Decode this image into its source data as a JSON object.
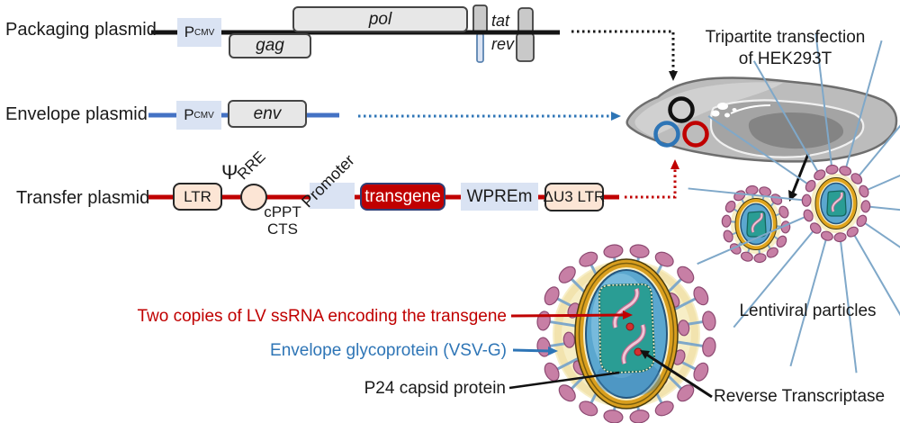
{
  "figure": {
    "packaging": {
      "label": "Packaging plasmid",
      "promoter_main": "P",
      "promoter_sub": "CMV",
      "gag": "gag",
      "pol": "pol",
      "tat": "tat",
      "rev": "rev"
    },
    "envelope": {
      "label": "Envelope plasmid",
      "promoter_main": "P",
      "promoter_sub": "CMV",
      "env": "env"
    },
    "transfer": {
      "label": "Transfer plasmid",
      "ltr": "LTR",
      "psi": "Ψ",
      "rre": "RRE",
      "cppt": "cPPT",
      "cts": "CTS",
      "promoter": "Promoter",
      "transgene": "transgene",
      "wprem": "WPREm",
      "du3ltr": "ΔU3 LTR"
    },
    "cell_caption_line1": "Tripartite transfection",
    "cell_caption_line2": "of HEK293T",
    "particles_caption": "Lentiviral particles",
    "callouts": {
      "rna": "Two copies of LV ssRNA encoding the transgene",
      "glycoprotein": "Envelope glycoprotein (VSV-G)",
      "capsid": "P24 capsid protein",
      "rt": "Reverse Transcriptase"
    },
    "colors": {
      "red": "#C00000",
      "blue_plasmid_line": "#4472C4",
      "blue_accent": "#2E75B6",
      "peach_box": "#FCE5D5",
      "light_blue_box": "#DAE3F3",
      "gray_box": "#E7E7E7"
    }
  }
}
